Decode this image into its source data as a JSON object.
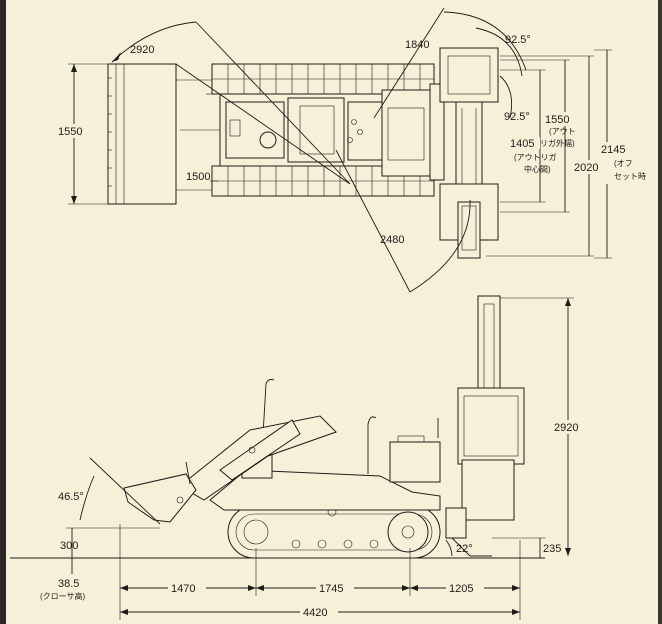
{
  "top_view": {
    "labels": {
      "d2920": "2920",
      "d1840": "1840",
      "a925_top": "92.5°",
      "a925_mid": "92.5°",
      "d1550_left": "1550",
      "d1500": "1500",
      "d2480": "2480",
      "d1550_right": "1550",
      "d1550_right_note": "(アウト",
      "d1405": "1405",
      "d1405_note_a": "リガ外幅)",
      "d1405_note_b": "(アウトリガ",
      "d1405_note_c": "中心間)",
      "d2020": "2020",
      "d2145": "2145",
      "d2145_note_a": "(オフ",
      "d2145_note_b": "セット時"
    }
  },
  "side_view": {
    "labels": {
      "d2920": "2920",
      "a465": "46.5°",
      "d300": "300",
      "a22": "22°",
      "d235": "235",
      "d385": "38.5",
      "d385_note": "(クローサ高)",
      "d1470": "1470",
      "d1745": "1745",
      "d1205": "1205",
      "d4420": "4420"
    }
  }
}
